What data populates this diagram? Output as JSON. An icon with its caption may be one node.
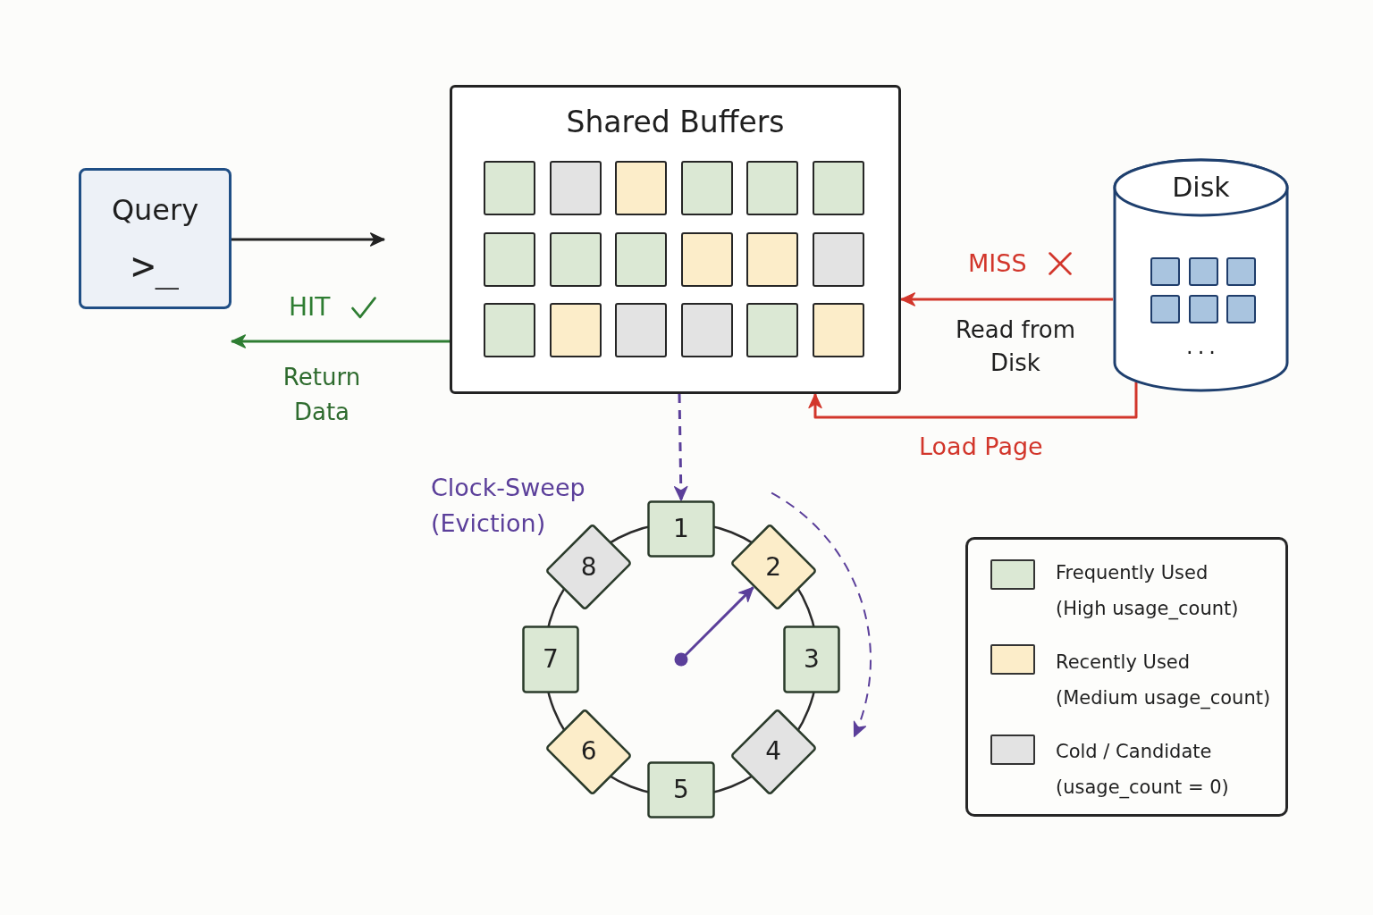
{
  "diagram": {
    "nodes": [
      {
        "text": [
          "Query",
          ">_"
        ]
      },
      {
        "text": [
          "Shared Buffers"
        ]
      },
      {
        "text": [],
        "shape": "box",
        "in": 1
      },
      {
        "text": [],
        "shape": "box",
        "in": 1
      },
      {
        "text": [],
        "shape": "box",
        "in": 1
      },
      {
        "text": [],
        "shape": "box",
        "in": 1
      },
      {
        "text": [],
        "shape": "box",
        "in": 1
      },
      {
        "text": [],
        "shape": "box",
        "in": 1
      },
      {
        "text": [],
        "shape": "box",
        "in": 1
      },
      {
        "text": [],
        "shape": "box",
        "in": 1
      },
      {
        "text": [],
        "shape": "box",
        "in": 1
      },
      {
        "text": [],
        "shape": "box",
        "in": 1
      },
      {
        "text": [],
        "shape": "box",
        "in": 1
      },
      {
        "text": [],
        "shape": "box",
        "in": 1
      },
      {
        "text": [],
        "shape": "box",
        "in": 1
      },
      {
        "text": [],
        "shape": "box",
        "in": 1
      },
      {
        "text": [],
        "shape": "box",
        "in": 1
      },
      {
        "text": [],
        "shape": "box",
        "in": 1
      },
      {
        "text": [],
        "shape": "box",
        "in": 1
      },
      {
        "text": [],
        "shape": "box",
        "in": 1
      },
      {
        "text": [
          "Disk",
          "..."
        ]
      },
      {
        "text": [],
        "shape": "box",
        "in": 20
      },
      {
        "text": [],
        "shape": "box",
        "in": 20
      },
      {
        "text": [],
        "shape": "box",
        "in": 20
      },
      {
        "text": [],
        "shape": "box",
        "in": 20
      },
      {
        "text": [],
        "shape": "box",
        "in": 20
      },
      {
        "text": [],
        "shape": "box",
        "in": 20
      },
      {
        "text": [
          "1"
        ]
      },
      {
        "text": [
          "2"
        ]
      },
      {
        "text": [
          "3"
        ]
      },
      {
        "text": [
          "4"
        ]
      },
      {
        "text": [
          "5"
        ]
      },
      {
        "text": [
          "6"
        ]
      },
      {
        "text": [
          "7"
        ]
      },
      {
        "text": [
          "8"
        ]
      }
    ],
    "edges": [
      {
        "from": 0,
        "to": null,
        "arrow": "to",
        "color": "#222222"
      },
      {
        "from": 1,
        "to": 0,
        "arrow": "to",
        "label": "HIT",
        "color": "#2e7d32"
      },
      {
        "from": 20,
        "to": 1,
        "arrow": "to",
        "label": "MISS",
        "color": "#d2362b"
      },
      {
        "from": 20,
        "to": 1,
        "arrow": "to",
        "label": "Load Page",
        "color": "#d2362b"
      },
      {
        "from": 1,
        "to": 27,
        "arrow": "to",
        "style": "dashed",
        "color": "#5b3f9a"
      },
      {
        "from": null,
        "to": 28,
        "arrow": "to",
        "color": "#5b3f9a"
      }
    ],
    "labels": [
      "Return Data",
      "Read from Disk",
      "Clock-Sweep (Eviction)"
    ],
    "legend": [
      {
        "text": "Frequently Used (High usage_count)",
        "color": "#dbe8d4"
      },
      {
        "text": "Recently Used (Medium usage_count)",
        "color": "#fcedc9"
      },
      {
        "text": "Cold / Candidate (usage_count = 0)",
        "color": "#e3e3e3"
      }
    ]
  }
}
